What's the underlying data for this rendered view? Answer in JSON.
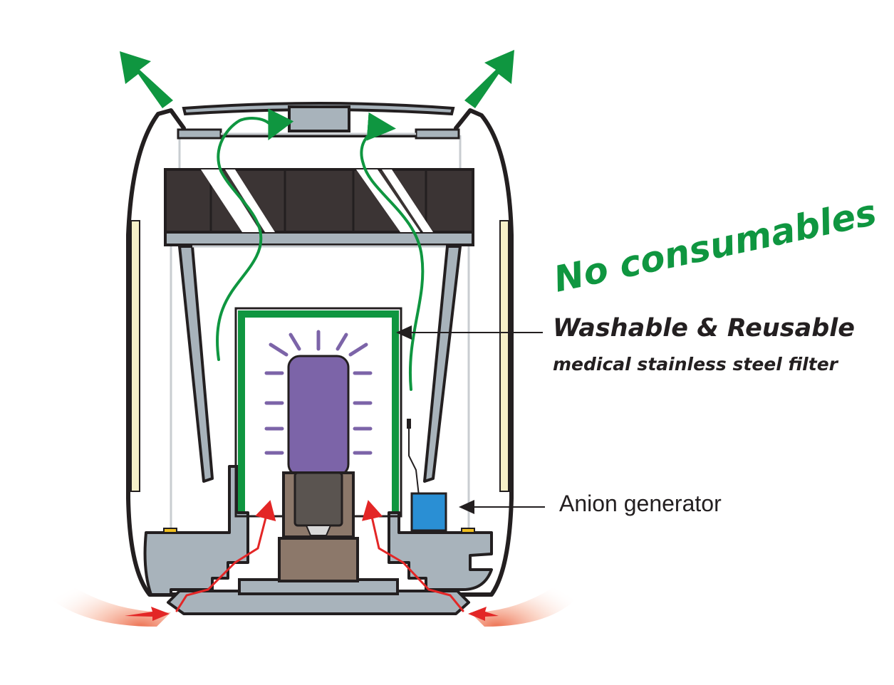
{
  "headline": "No consumables",
  "filter_callout": {
    "title": "Washable & Reusable",
    "subtitle": "medical stainless steel filter"
  },
  "anion_callout": {
    "label": "Anion generator"
  },
  "colors": {
    "airflow_out": "#0f9640",
    "airflow_in": "#e32626",
    "filter_frame": "#0f9640",
    "uv_lamp": "#7c64a8",
    "uv_rays": "#7c64a8",
    "anion_generator": "#2a8fd4",
    "lamp_base": "#8c786a",
    "housing_base": "#a8b3bb",
    "fan_blades": "#3b3434",
    "outline": "#231f20",
    "headline": "#0f9640"
  }
}
